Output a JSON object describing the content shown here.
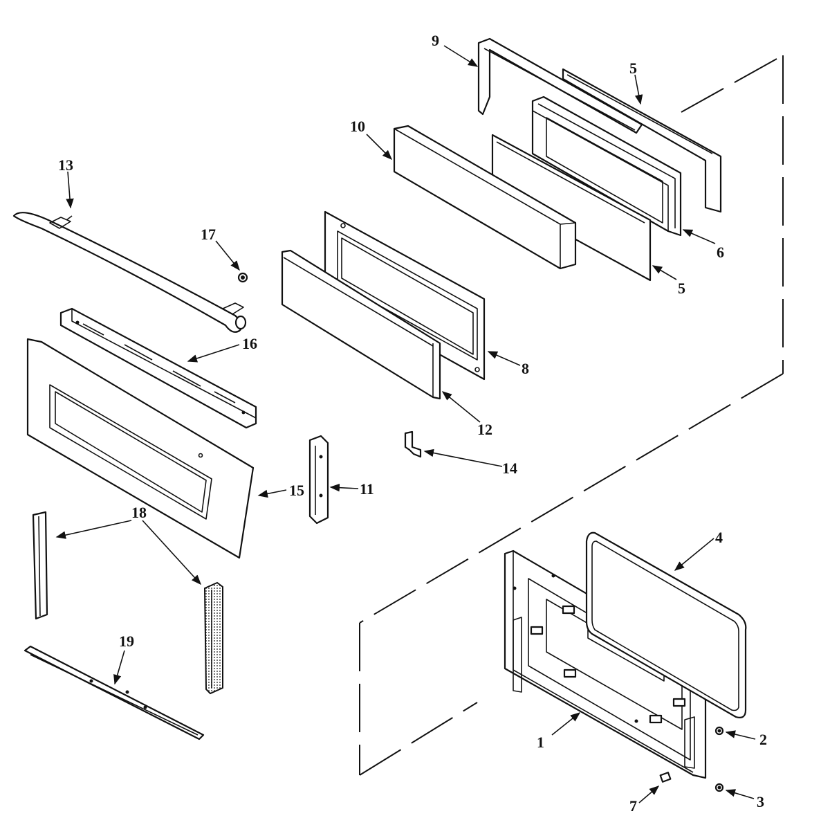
{
  "diagram": {
    "type": "exploded parts diagram",
    "callouts": {
      "p1": "1",
      "p2": "2",
      "p3": "3",
      "p4": "4",
      "p5a": "5",
      "p5b": "5",
      "p6": "6",
      "p7": "7",
      "p8": "8",
      "p9": "9",
      "p10": "10",
      "p11": "11",
      "p12": "12",
      "p13": "13",
      "p14": "14",
      "p15": "15",
      "p16": "16",
      "p17": "17",
      "p18": "18",
      "p19": "19"
    }
  }
}
